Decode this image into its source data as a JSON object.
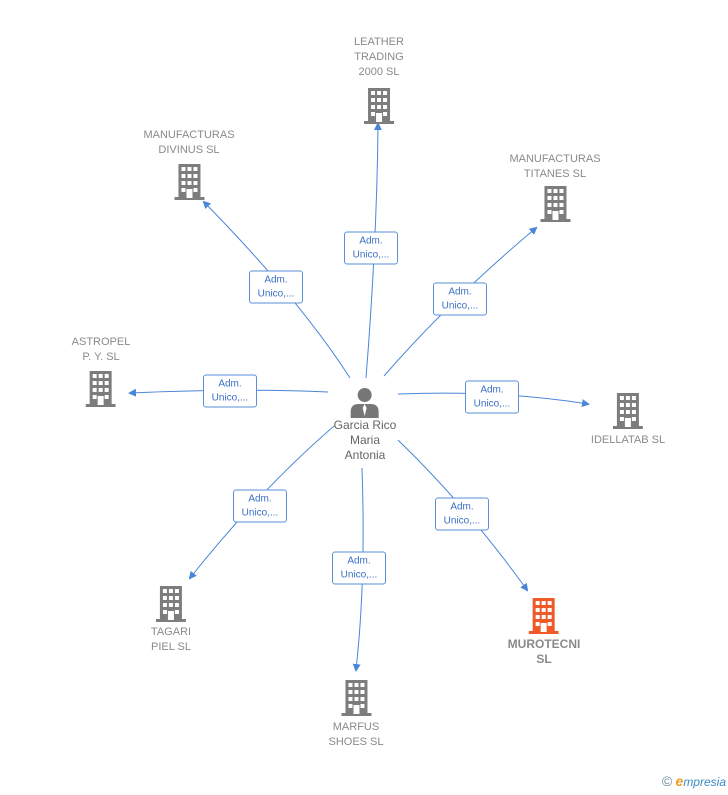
{
  "colors": {
    "edge": "#4a86d8",
    "building": "#7d7d7d",
    "building_highlight": "#f05a28",
    "person": "#777777"
  },
  "center": {
    "name": "Garcia Rico\nMaria\nAntonia",
    "icon": "person-icon"
  },
  "nodes": [
    {
      "id": "leather",
      "lines": [
        "LEATHER",
        "TRADING",
        "2000  SL"
      ],
      "role": [
        "Adm.",
        "Unico,..."
      ],
      "highlight": false
    },
    {
      "id": "divinus",
      "lines": [
        "MANUFACTURAS",
        "DIVINUS  SL"
      ],
      "role": [
        "Adm.",
        "Unico,..."
      ],
      "highlight": false
    },
    {
      "id": "titanes",
      "lines": [
        "MANUFACTURAS",
        "TITANES  SL"
      ],
      "role": [
        "Adm.",
        "Unico,..."
      ],
      "highlight": false
    },
    {
      "id": "astropel",
      "lines": [
        "ASTROPEL",
        "P. Y.  SL"
      ],
      "role": [
        "Adm.",
        "Unico,..."
      ],
      "highlight": false
    },
    {
      "id": "idellatab",
      "lines": [
        "IDELLATAB  SL"
      ],
      "role": [
        "Adm.",
        "Unico,..."
      ],
      "highlight": false
    },
    {
      "id": "tagari",
      "lines": [
        "TAGARI",
        "PIEL  SL"
      ],
      "role": [
        "Adm.",
        "Unico,..."
      ],
      "highlight": false
    },
    {
      "id": "murotecni",
      "lines": [
        "MUROTECNI",
        "SL"
      ],
      "role": [
        "Adm.",
        "Unico,..."
      ],
      "highlight": true
    },
    {
      "id": "marfus",
      "lines": [
        "MARFUS",
        "SHOES  SL"
      ],
      "role": [
        "Adm.",
        "Unico,..."
      ],
      "highlight": false
    }
  ],
  "footer": {
    "copyright": "©",
    "logo_letter": "e",
    "brand": "mpresia"
  }
}
